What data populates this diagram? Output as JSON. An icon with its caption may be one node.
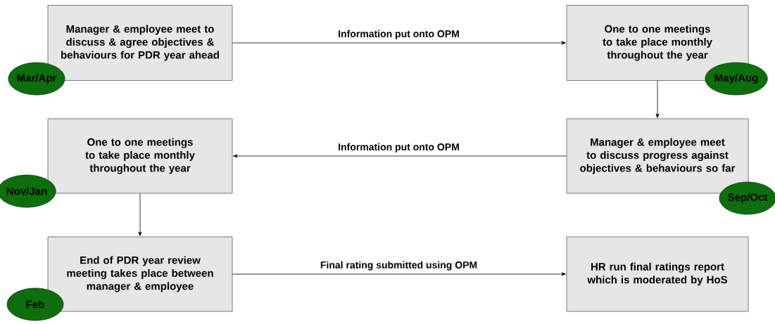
{
  "diagram": {
    "nodes": [
      {
        "text": [
          "Manager & employee meet to discuss & agree objectives & behaviours for PDR year ahead"
        ]
      },
      {
        "text": [
          "Mar/Apr"
        ]
      },
      {
        "text": [
          "One to one meetings to take place monthly throughout the year"
        ]
      },
      {
        "text": [
          "May/Aug"
        ]
      },
      {
        "text": [
          "Manager & employee meet to discuss progress against objectives & behaviours so far"
        ]
      },
      {
        "text": [
          "Sep/Oct"
        ]
      },
      {
        "text": [
          "One to one meetings to take place monthly throughout the year"
        ]
      },
      {
        "text": [
          "Nov/Jan"
        ]
      },
      {
        "text": [
          "End of PDR year review meeting takes place between manager & employee"
        ]
      },
      {
        "text": [
          "Feb"
        ]
      },
      {
        "text": [
          "HR run final ratings report which is moderated by HoS"
        ]
      }
    ],
    "edges": [
      {
        "from": 0,
        "to": 2,
        "arrow": "to",
        "label": "Information put onto OPM"
      },
      {
        "from": 2,
        "to": 4,
        "arrow": "to"
      },
      {
        "from": 4,
        "to": 6,
        "arrow": "to",
        "label": "Information put onto OPM"
      },
      {
        "from": 6,
        "to": 8,
        "arrow": "to"
      },
      {
        "from": 8,
        "to": 10,
        "arrow": "to",
        "label": "Final rating submitted using OPM"
      }
    ]
  }
}
